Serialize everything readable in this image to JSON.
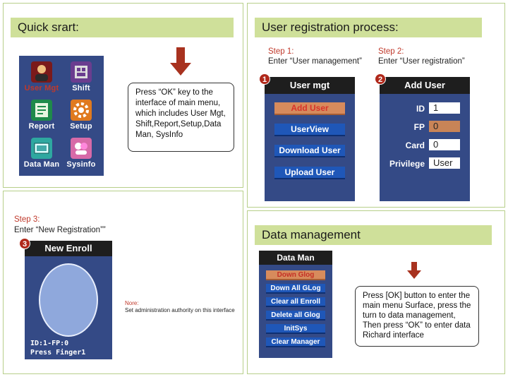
{
  "quick_start": {
    "header": "Quick srart:",
    "menu_items": [
      {
        "label": "User Mgt",
        "icon": "user-icon",
        "color": "#c0392b"
      },
      {
        "label": "Shift",
        "icon": "shift-icon",
        "color": "#8e44ad"
      },
      {
        "label": "Report",
        "icon": "report-icon",
        "color": "#27ae60"
      },
      {
        "label": "Setup",
        "icon": "gear-icon",
        "color": "#e67e22"
      },
      {
        "label": "Data Man",
        "icon": "data-man-icon",
        "color": "#2ea8a0"
      },
      {
        "label": "Sysinfo",
        "icon": "sysinfo-icon",
        "color": "#d76aa8"
      }
    ],
    "callout": "Press “OK” key to the interface of main menu, which includes User Mgt, Shift,Report,Setup,Data Man, SysInfo"
  },
  "user_registration": {
    "header": "User registration process:",
    "step1": {
      "title": "Step 1:",
      "subtitle": "Enter “User management”",
      "badge": "1"
    },
    "step2": {
      "title": "Step 2:",
      "subtitle": "Enter “User registration”",
      "badge": "2"
    },
    "user_mgt": {
      "title": "User mgt",
      "buttons": [
        "Add User",
        "UserView",
        "Download User",
        "Upload User"
      ]
    },
    "add_user": {
      "title": "Add User",
      "fields": [
        {
          "label": "ID",
          "value": "1"
        },
        {
          "label": "FP",
          "value": "0"
        },
        {
          "label": "Card",
          "value": "0"
        },
        {
          "label": "Privilege",
          "value": "User"
        }
      ]
    }
  },
  "step3": {
    "title": "Step 3:",
    "subtitle": "Enter “New Registration””",
    "badge": "3",
    "screen_title": "New Enroll",
    "line1": "ID:1-FP:0",
    "line2": "Press Finger1",
    "note_title": "Nore:",
    "note_body": "Set administration authority on this interface"
  },
  "data_management": {
    "header": "Data management",
    "screen_title": "Data Man",
    "buttons": [
      "Down Glog",
      "Down All GLog",
      "Clear all Enroll",
      "Delete all Glog",
      "InitSys",
      "Clear Manager"
    ],
    "callout": "Press [OK] button to enter the main menu Surface, press the turn to data management, Then press “OK” to enter data Richard interface"
  },
  "colors": {
    "accent_red": "#a8321f",
    "screen_blue": "#344a86",
    "button_blue": "#1f57b8",
    "header_green": "#cfe09a"
  }
}
